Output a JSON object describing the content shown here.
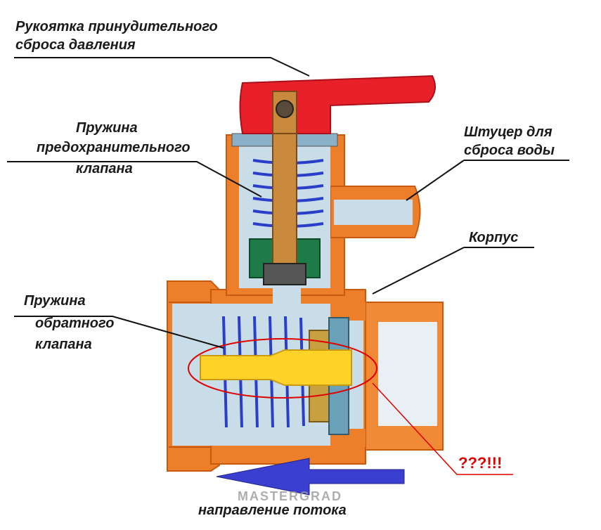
{
  "labels": {
    "handle_line1": "Рукоятка принудительного",
    "handle_line2": "сброса давления",
    "safety_spring_line1": "Пружина",
    "safety_spring_line2": "предохранительного",
    "safety_spring_line3": "клапана",
    "fitting_line1": "Штуцер для",
    "fitting_line2": "сброса воды",
    "body": "Корпус",
    "check_spring_line1": "Пружина",
    "check_spring_line2": "обратного",
    "check_spring_line3": "клапана",
    "question_mark": "???!!!",
    "flow_direction": "направление потока",
    "watermark": "MASTERGRAD"
  },
  "colors": {
    "handle": "#e8202a",
    "body": "#ee7f2a",
    "stem": "#c98a3e",
    "spring": "#2a3fc9",
    "seal_green": "#1f7a4a",
    "yellow_rod": "#ffd22a",
    "annotation_red": "#e00000",
    "flow_arrow": "#3a3fd0",
    "water": "#c9dde8"
  }
}
